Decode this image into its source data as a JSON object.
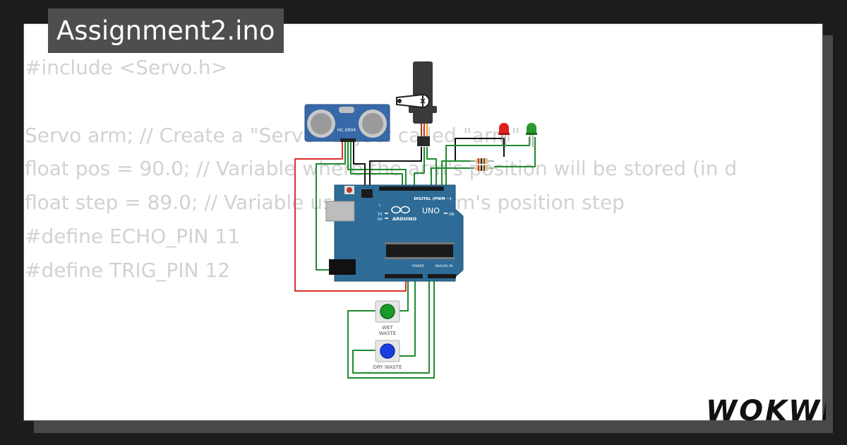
{
  "project": {
    "filename": "Assignment2.ino"
  },
  "code_lines": [
    "#include <Servo.h>",
    "",
    "Servo arm; // Create a \"Servo\" object called \"arm\"",
    "float pos = 90.0; // Variable where the arm's position will be stored (in d",
    "float step = 89.0; // Variable used for the arm's position step",
    "#define ECHO_PIN 11",
    "#define TRIG_PIN 12"
  ],
  "components": {
    "ultrasonic_label": "HC-SR04",
    "board_brand": "ARDUINO",
    "board_model": "UNO",
    "header_digital": "DIGITAL (PWM ~)",
    "header_power": "POWER",
    "header_analog": "ANALOG IN",
    "led_l": "L",
    "led_tx": "TX",
    "led_rx": "RX",
    "led_on": "ON",
    "button1_label_line1": "WET",
    "button1_label_line2": "WASTE",
    "button2_label": "DRY WASTE"
  },
  "colors": {
    "board": "#2e6c97",
    "wire_red": "#e03030",
    "wire_green": "#1f8a2e",
    "wire_black": "#111111",
    "led_red": "#e02020",
    "led_green": "#2a9a2a",
    "button_green": "#1a9a2a",
    "button_blue": "#1a3ee0"
  },
  "brand": {
    "logo": "WOKWI"
  }
}
